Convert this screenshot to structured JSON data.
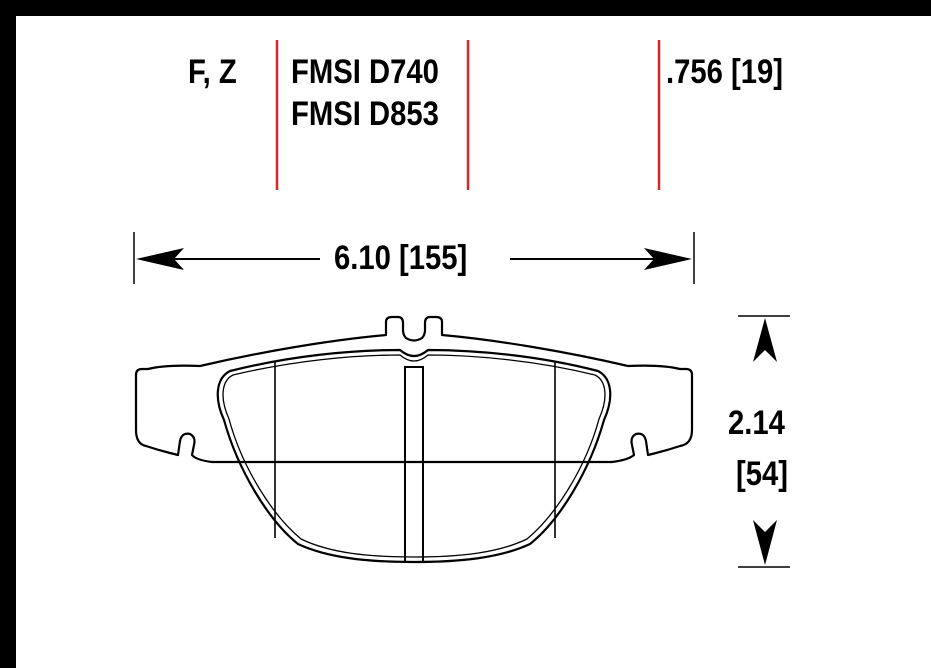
{
  "header": {
    "position_code": "F, Z",
    "fmsi_numbers": [
      "FMSI D740",
      "FMSI D853"
    ],
    "thickness": ".756 [19]"
  },
  "dimensions": {
    "width_label": "6.10 [155]",
    "height_value": "2.14",
    "height_metric": "[54]"
  },
  "colors": {
    "background": "#ffffff",
    "frame": "#000000",
    "ink": "#000000",
    "separator": "#d9262b"
  }
}
